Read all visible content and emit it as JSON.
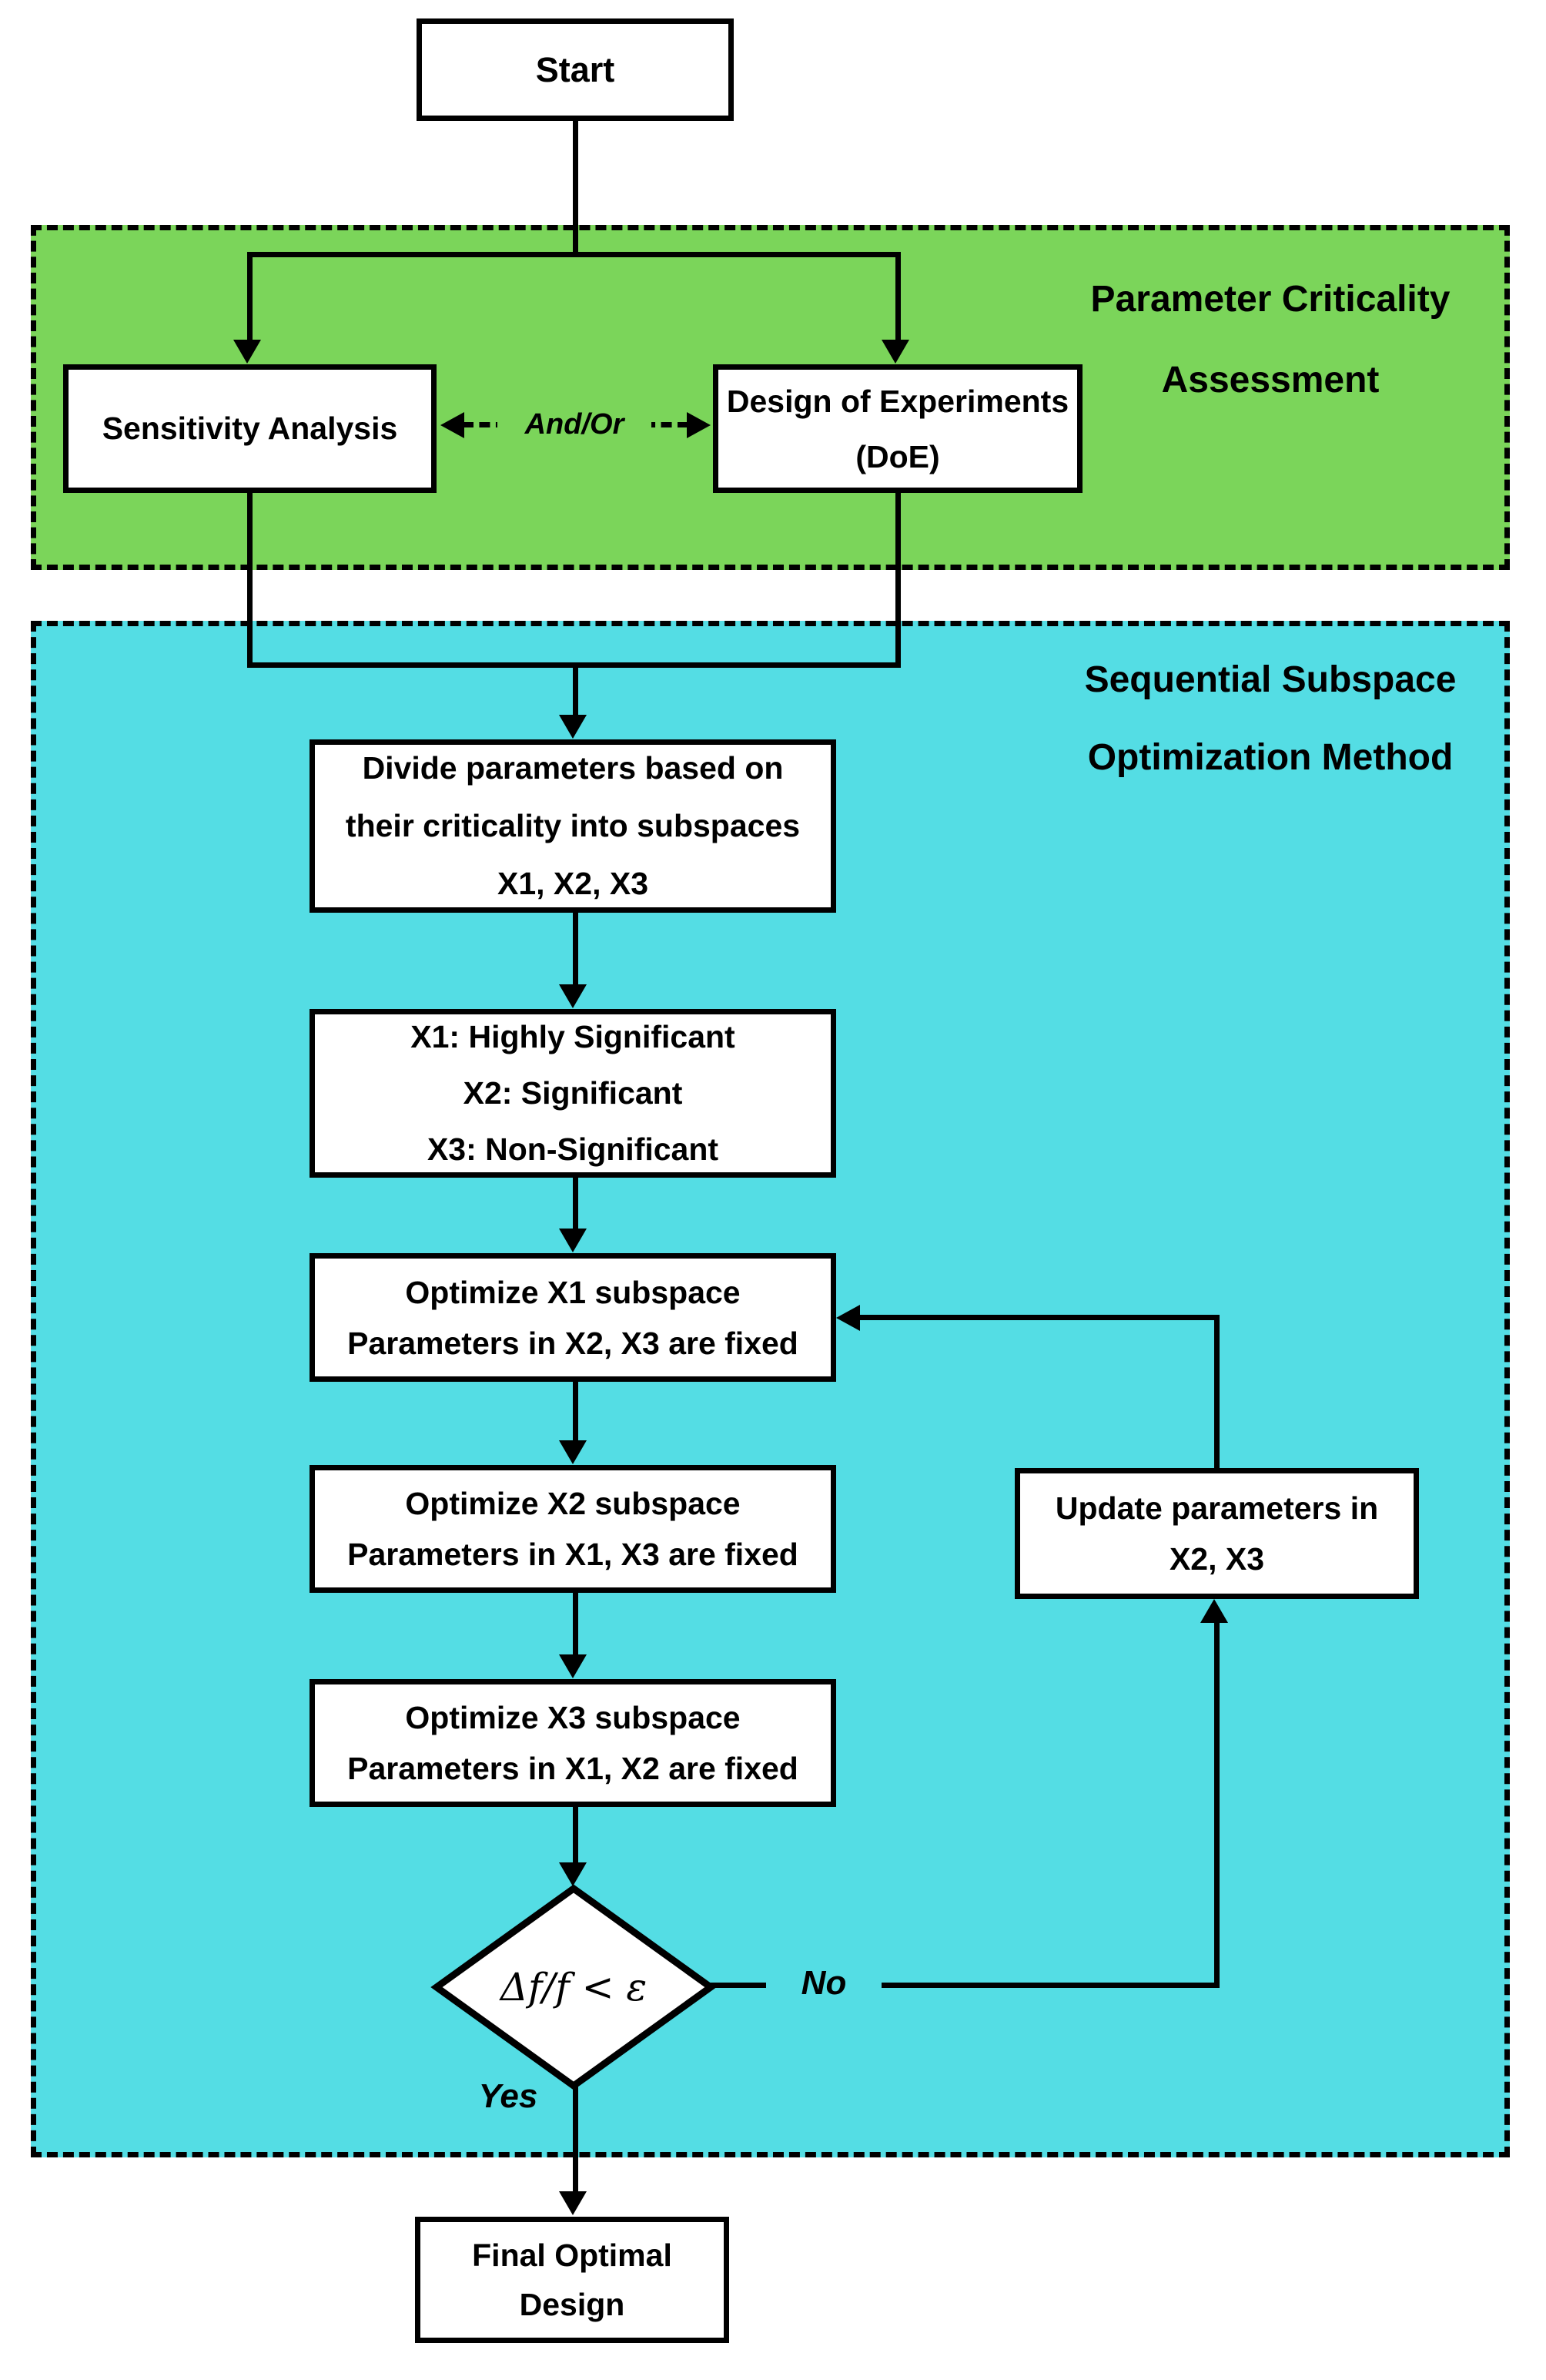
{
  "diagram": {
    "start": "Start",
    "regions": {
      "criticality": {
        "title": [
          "Parameter Criticality",
          "Assessment"
        ],
        "color": "#7BD55A"
      },
      "ssom": {
        "title": [
          "Sequential Subspace",
          "Optimization Method"
        ],
        "color": "#54DDE4"
      }
    },
    "nodes": {
      "sensitivity": [
        "Sensitivity Analysis"
      ],
      "doe": [
        "Design of Experiments",
        "(DoE)"
      ],
      "divide": [
        "Divide parameters based on",
        "their criticality into subspaces",
        "X1, X2, X3"
      ],
      "significance": [
        "X1: Highly Significant",
        "X2: Significant",
        "X3: Non-Significant"
      ],
      "optimize_x1": [
        "Optimize X1 subspace",
        "Parameters in X2, X3 are fixed"
      ],
      "optimize_x2": [
        "Optimize X2 subspace",
        "Parameters in X1, X3 are fixed"
      ],
      "optimize_x3": [
        "Optimize X3 subspace",
        "Parameters in X1, X2 are fixed"
      ],
      "update": [
        "Update parameters in",
        "X2, X3"
      ],
      "decision": "Δf/f < ε",
      "final": [
        "Final Optimal",
        "Design"
      ]
    },
    "edge_labels": {
      "and_or": "And/Or",
      "no": "No",
      "yes": "Yes"
    },
    "ink_color": "#000000",
    "node_fill": "#FFFFFF"
  }
}
